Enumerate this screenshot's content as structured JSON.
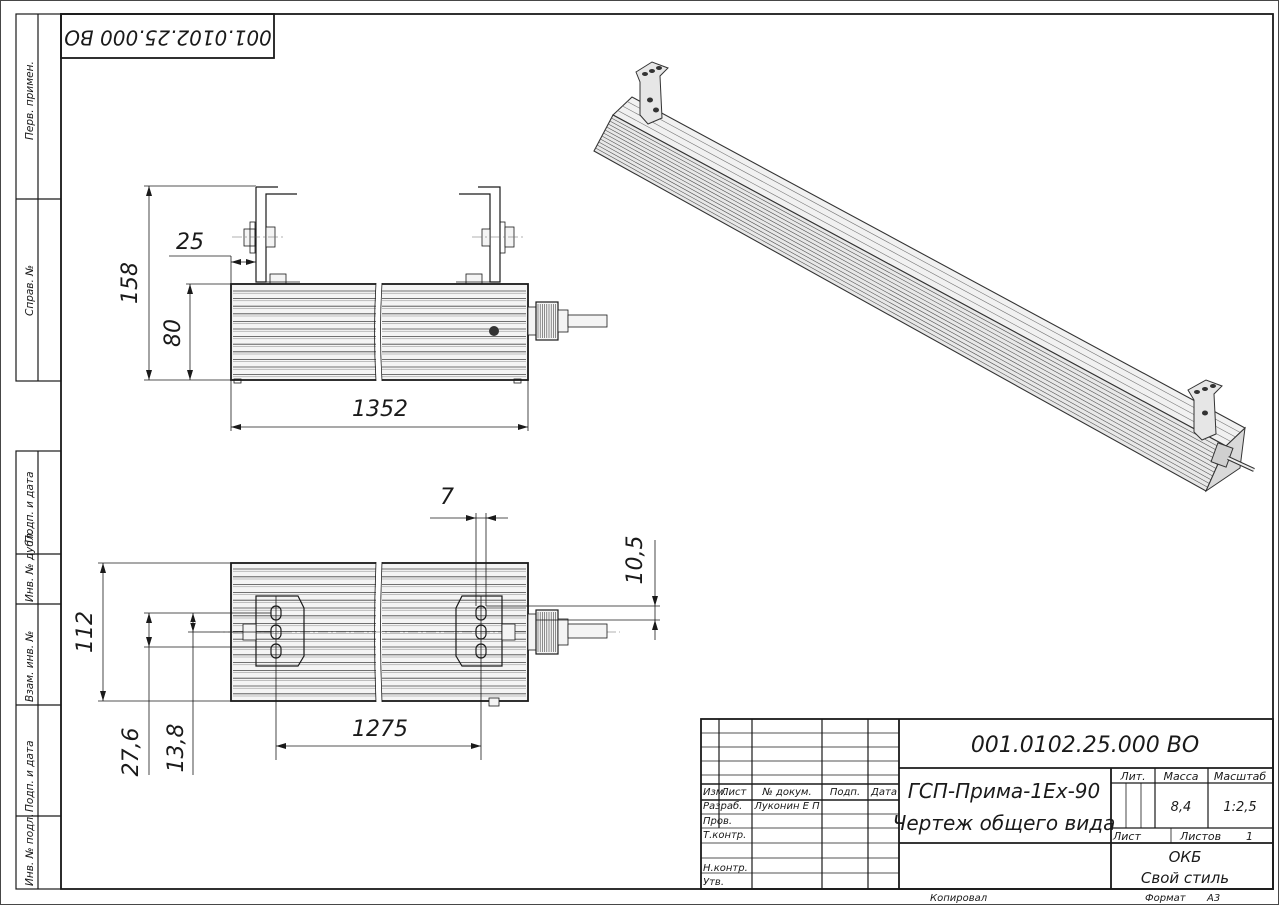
{
  "sheet": {
    "doc_code": "001.0102.25.000 ВО",
    "doc_code_corner": "001.0102.25.000 ВО"
  },
  "margin_labels": {
    "perv_primen": "Перв. примен.",
    "sprav_no": "Справ. №",
    "podp_data_1": "Подп. и дата",
    "inv_dubl": "Инв. № дубл.",
    "vzam_inv": "Взам. инв. №",
    "podp_data_2": "Подп. и дата",
    "inv_podl": "Инв. № подл."
  },
  "dimensions": {
    "front": {
      "height_total": "158",
      "body_height": "80",
      "bracket_offset": "25",
      "length": "1352"
    },
    "top": {
      "slot_gap": "7",
      "slot_offset": "10,5",
      "width": "112",
      "hole_spacing_1": "27,6",
      "hole_spacing_2": "13,8",
      "mount_spacing": "1275"
    }
  },
  "title_block": {
    "doc_code": "001.0102.25.000 ВО",
    "product_name": "ГСП-Прима-1Ex-90",
    "drawing_type": "Чертеж общего вида",
    "col_headers": {
      "izm": "Изм.",
      "list": "Лист",
      "no_dokum": "№ докум.",
      "podp": "Подп.",
      "data": "Дата"
    },
    "roles": {
      "razrab": "Разраб.",
      "prov": "Пров.",
      "tkontr": "Т.контр.",
      "nkontr": "Н.контр.",
      "utv": "Утв."
    },
    "developer_name": "Луконин Е П",
    "lit_label": "Лит.",
    "massa_label": "Масса",
    "masshtab_label": "Масштаб",
    "massa_value": "8,4",
    "masshtab_value": "1:2,5",
    "list_label": "Лист",
    "listov_label": "Листов",
    "listov_value": "1",
    "org_line1": "ОКБ",
    "org_line2": "Свой стиль",
    "kopiroval": "Копировал",
    "format_label": "Формат",
    "format_value": "А3"
  }
}
